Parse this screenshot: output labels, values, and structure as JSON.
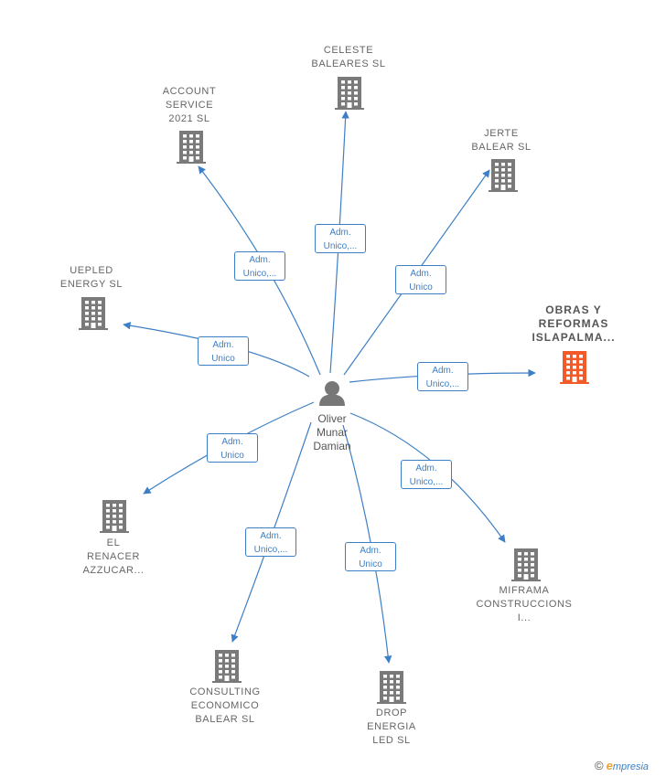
{
  "center": {
    "name": "Oliver\nMunar\nDamian"
  },
  "colors": {
    "edge": "#3d7fc6",
    "building": "#7a7a7a",
    "highlight": "#f25a2a"
  },
  "nodes": [
    {
      "id": "celeste",
      "label": "CELESTE\nBALEARES  SL",
      "highlight": false,
      "edge_label": "Adm.\nUnico,..."
    },
    {
      "id": "account",
      "label": "ACCOUNT\nSERVICE\n2021  SL",
      "highlight": false,
      "edge_label": "Adm.\nUnico,..."
    },
    {
      "id": "jerte",
      "label": "JERTE\nBALEAR  SL",
      "highlight": false,
      "edge_label": "Adm.\nUnico"
    },
    {
      "id": "uepled",
      "label": "UEPLED\nENERGY  SL",
      "highlight": false,
      "edge_label": "Adm.\nUnico"
    },
    {
      "id": "obras",
      "label": "OBRAS Y\nREFORMAS\nISLAPALMA...",
      "highlight": true,
      "edge_label": "Adm.\nUnico,..."
    },
    {
      "id": "renacer",
      "label": "EL\nRENACER\nAZZUCAR...",
      "highlight": false,
      "edge_label": "Adm.\nUnico"
    },
    {
      "id": "miframa",
      "label": "MIFRAMA\nCONSTRUCCIONS\nI...",
      "highlight": false,
      "edge_label": "Adm.\nUnico,..."
    },
    {
      "id": "consulting",
      "label": "CONSULTING\nECONOMICO\nBALEAR  SL",
      "highlight": false,
      "edge_label": "Adm.\nUnico,..."
    },
    {
      "id": "drop",
      "label": "DROP\nENERGIA\nLED  SL",
      "highlight": false,
      "edge_label": "Adm.\nUnico"
    }
  ],
  "footer": {
    "copyright": "©",
    "brand_e": "e",
    "brand_rest": "mpresia"
  }
}
